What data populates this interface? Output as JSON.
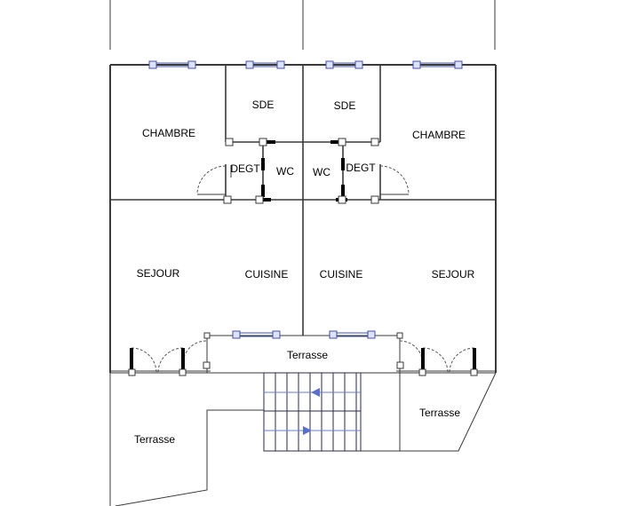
{
  "rooms": {
    "chambre_left": "CHAMBRE",
    "chambre_right": "CHAMBRE",
    "sde_left": "SDE",
    "sde_right": "SDE",
    "degt_left": "DEGT",
    "degt_right": "DEGT",
    "wc_left": "WC",
    "wc_right": "WC",
    "sejour_left": "SEJOUR",
    "sejour_right": "SEJOUR",
    "cuisine_left": "CUISINE",
    "cuisine_right": "CUISINE",
    "terrasse_center": "Terrasse",
    "terrasse_left": "Terrasse",
    "terrasse_right": "Terrasse"
  },
  "colors": {
    "wall": "#3a3a3a",
    "window": "#4450a0",
    "arrow": "#5a6fcc"
  }
}
